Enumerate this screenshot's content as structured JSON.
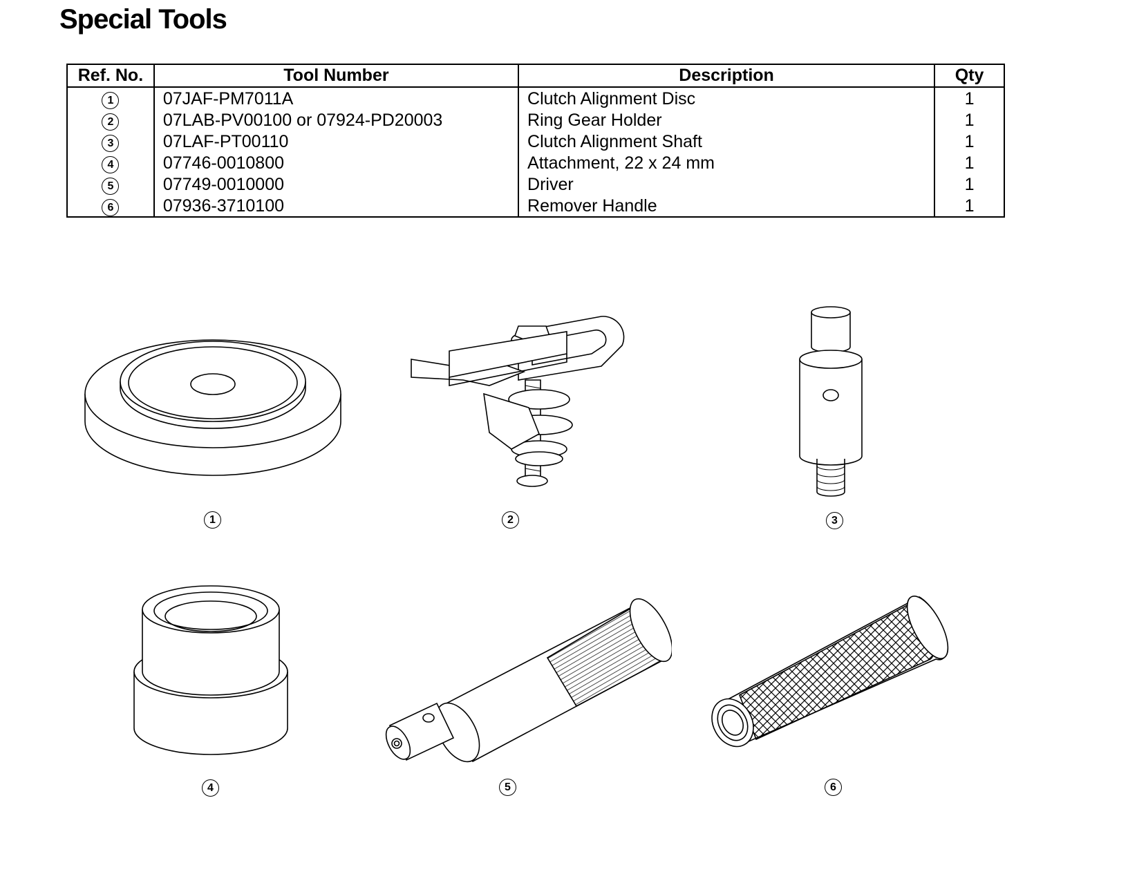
{
  "title": "Special Tools",
  "columns": {
    "ref": "Ref. No.",
    "tool_number": "Tool Number",
    "description": "Description",
    "qty": "Qty"
  },
  "rows": [
    {
      "ref": "1",
      "tool_number": "07JAF-PM7011A",
      "description": "Clutch Alignment Disc",
      "qty": "1"
    },
    {
      "ref": "2",
      "tool_number": "07LAB-PV00100 or 07924-PD20003",
      "description": "Ring Gear Holder",
      "qty": "1"
    },
    {
      "ref": "3",
      "tool_number": "07LAF-PT00110",
      "description": "Clutch Alignment Shaft",
      "qty": "1"
    },
    {
      "ref": "4",
      "tool_number": "07746-0010800",
      "description": "Attachment, 22 x 24 mm",
      "qty": "1"
    },
    {
      "ref": "5",
      "tool_number": "07749-0010000",
      "description": "Driver",
      "qty": "1"
    },
    {
      "ref": "6",
      "tool_number": "07936-3710100",
      "description": "Remover Handle",
      "qty": "1"
    }
  ],
  "figures": [
    {
      "label": "1",
      "icon": "clutch-alignment-disc-icon"
    },
    {
      "label": "2",
      "icon": "ring-gear-holder-icon"
    },
    {
      "label": "3",
      "icon": "clutch-alignment-shaft-icon"
    },
    {
      "label": "4",
      "icon": "attachment-icon"
    },
    {
      "label": "5",
      "icon": "driver-icon"
    },
    {
      "label": "6",
      "icon": "remover-handle-icon"
    }
  ]
}
